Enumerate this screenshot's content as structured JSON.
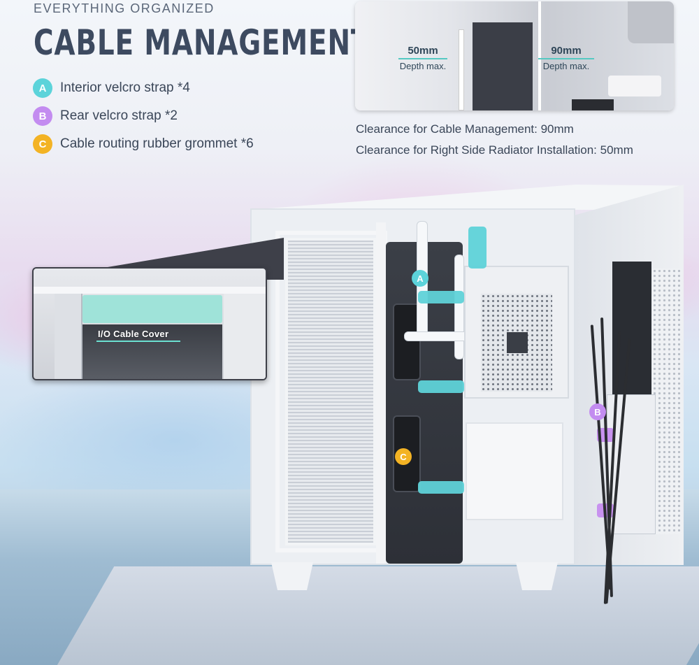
{
  "header": {
    "eyebrow": "EVERYTHING ORGANIZED",
    "title": "CABLE MANAGEMENT"
  },
  "legend": [
    {
      "badge": "A",
      "text": "Interior velcro strap *4",
      "color": "#5cd3da"
    },
    {
      "badge": "B",
      "text": "Rear velcro strap *2",
      "color": "#c38cf0"
    },
    {
      "badge": "C",
      "text": "Cable routing rubber grommet *6",
      "color": "#f3b324"
    }
  ],
  "detail": {
    "left_value": "50mm",
    "left_sub": "Depth max.",
    "right_value": "90mm",
    "right_sub": "Depth max.",
    "accent": "#55c9c2"
  },
  "specs": {
    "line1": "Clearance for Cable Management: 90mm",
    "line2": "Clearance for Right Side Radiator Installation: 50mm"
  },
  "markers": {
    "a": "A",
    "b": "B",
    "c": "C"
  },
  "inset": {
    "label": "I/O Cable Cover"
  }
}
